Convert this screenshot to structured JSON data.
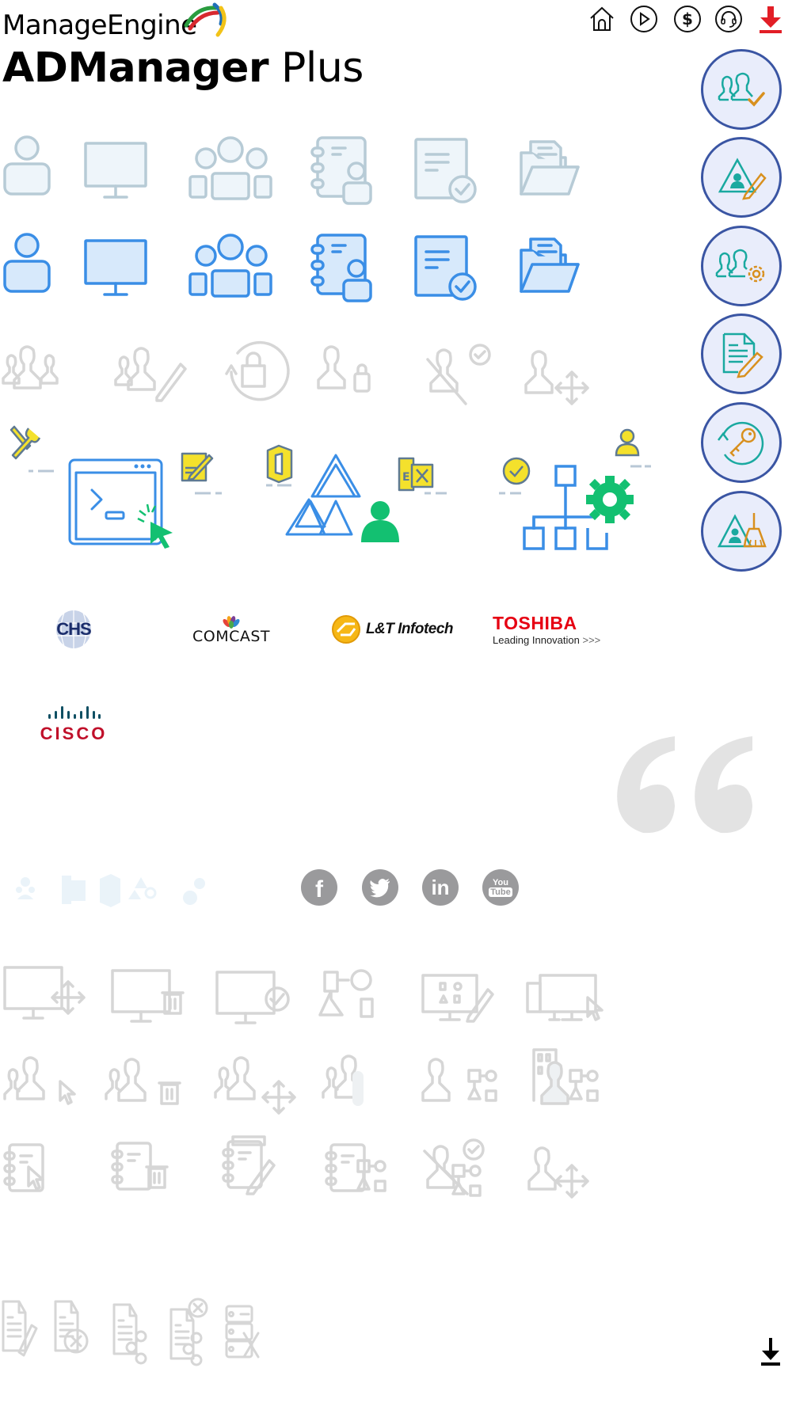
{
  "brand": {
    "company": "ManageEngine",
    "product_bold": "ADManager",
    "product_light": "Plus",
    "arc_colors": [
      "#2a9c3f",
      "#d7282f",
      "#1f6fb8",
      "#f2c318"
    ]
  },
  "top_nav": {
    "icons": [
      "home-icon",
      "play-icon",
      "dollar-icon",
      "support-headset-icon",
      "download-icon"
    ],
    "download_color": "#e21e26"
  },
  "feature_buttons": {
    "border_color": "#3a55a3",
    "fill_color": "#e9edfb",
    "teal": "#1aa9a0",
    "orange": "#d8901e",
    "icons": [
      "user-management-icon",
      "ad-edit-icon",
      "user-settings-icon",
      "report-edit-icon",
      "password-reset-icon",
      "ad-cleanup-icon"
    ]
  },
  "asset_colors": {
    "light_stroke": "#b7cbd6",
    "light_fill": "#eef5fa",
    "blue_stroke": "#3a8ee6",
    "blue_fill": "#d7e9fb",
    "gray_stroke": "#d6d6d6",
    "yellow": "#f4e12c",
    "green": "#13c071",
    "slate": "#5f7a92"
  },
  "icon_rows": {
    "row1": [
      "user-icon",
      "computer-icon",
      "group-icon",
      "contact-icon",
      "report-approved-icon",
      "folder-icon"
    ],
    "row2": [
      "user-icon",
      "computer-icon",
      "group-icon",
      "contact-icon",
      "report-approved-icon",
      "folder-icon"
    ],
    "row3": [
      "users-icon",
      "users-edit-icon",
      "unlock-refresh-icon",
      "user-lock-icon",
      "user-disabled-icon",
      "user-move-icon"
    ]
  },
  "clients": {
    "chs": "CHS",
    "comcast": "COMCAST",
    "lt": "L&T Infotech",
    "toshiba": "TOSHIBA",
    "toshiba_tagline": "Leading Innovation",
    "toshiba_arrows": ">>>",
    "cisco": "CISCO"
  },
  "social": {
    "icons": [
      "facebook-icon",
      "twitter-icon",
      "linkedin-icon",
      "youtube-icon"
    ],
    "youtube_top": "You",
    "youtube_bottom": "Tube",
    "linkedin_text": "in",
    "facebook_text": "f"
  },
  "footer_download": "download-icon"
}
